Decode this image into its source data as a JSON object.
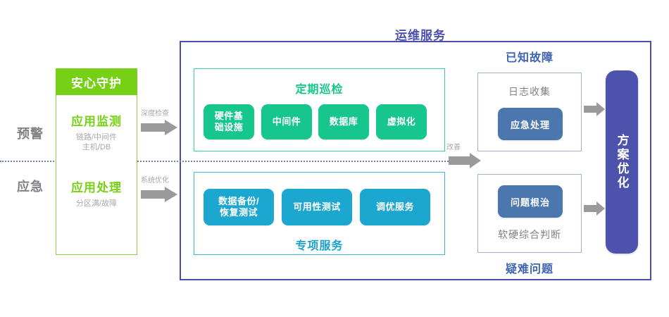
{
  "diagram": {
    "main_title": "运维服务",
    "stages": [
      {
        "label": "预警"
      },
      {
        "label": "应急"
      }
    ],
    "left_card": {
      "header": "安心守护",
      "rows": [
        {
          "title": "应用监测",
          "sub_lines": [
            "链路/中间件",
            "主机/DB"
          ]
        },
        {
          "title": "应用处理",
          "sub_lines": [
            "分区满/故障"
          ]
        }
      ]
    },
    "arrows": [
      {
        "name": "deep-check",
        "label": "深度检查"
      },
      {
        "name": "system-optimization",
        "label": "系统优化"
      },
      {
        "name": "improvement",
        "label": "改善"
      },
      {
        "name": "to-solution-top",
        "label": ""
      },
      {
        "name": "to-solution-bottom",
        "label": ""
      }
    ],
    "inspection_panel": {
      "title": "定期巡检",
      "items": [
        "硬件基\n础设施",
        "中间件",
        "数据库",
        "虚拟化"
      ],
      "item_labels": {
        "a_line1": "硬件基",
        "a_line2": "础设施",
        "b": "中间件",
        "c": "数据库",
        "d": "虚拟化"
      }
    },
    "special_panel": {
      "title": "专项服务",
      "item_labels": {
        "a_line1": "数据备份/",
        "a_line2": "恢复测试",
        "b": "可用性测试",
        "c": "调优服务"
      }
    },
    "known_fault": {
      "caption": "已知故障",
      "text": "日志收集",
      "button": "应急处理"
    },
    "hard_problem": {
      "caption": "疑难问题",
      "text": "软硬综合判断",
      "button": "问题根治"
    },
    "solution_bar": {
      "text": "方案优化"
    },
    "colors": {
      "brand_purple": "#4a4fae",
      "bright_green": "#76d015",
      "teal_green": "#16c68c",
      "cyan_blue": "#1ba7cf",
      "steel_blue": "#4c76ae",
      "grey_text": "#808285",
      "light_grey_text": "#a7a9ac",
      "arrow_grey": "#9a9a9a"
    }
  }
}
